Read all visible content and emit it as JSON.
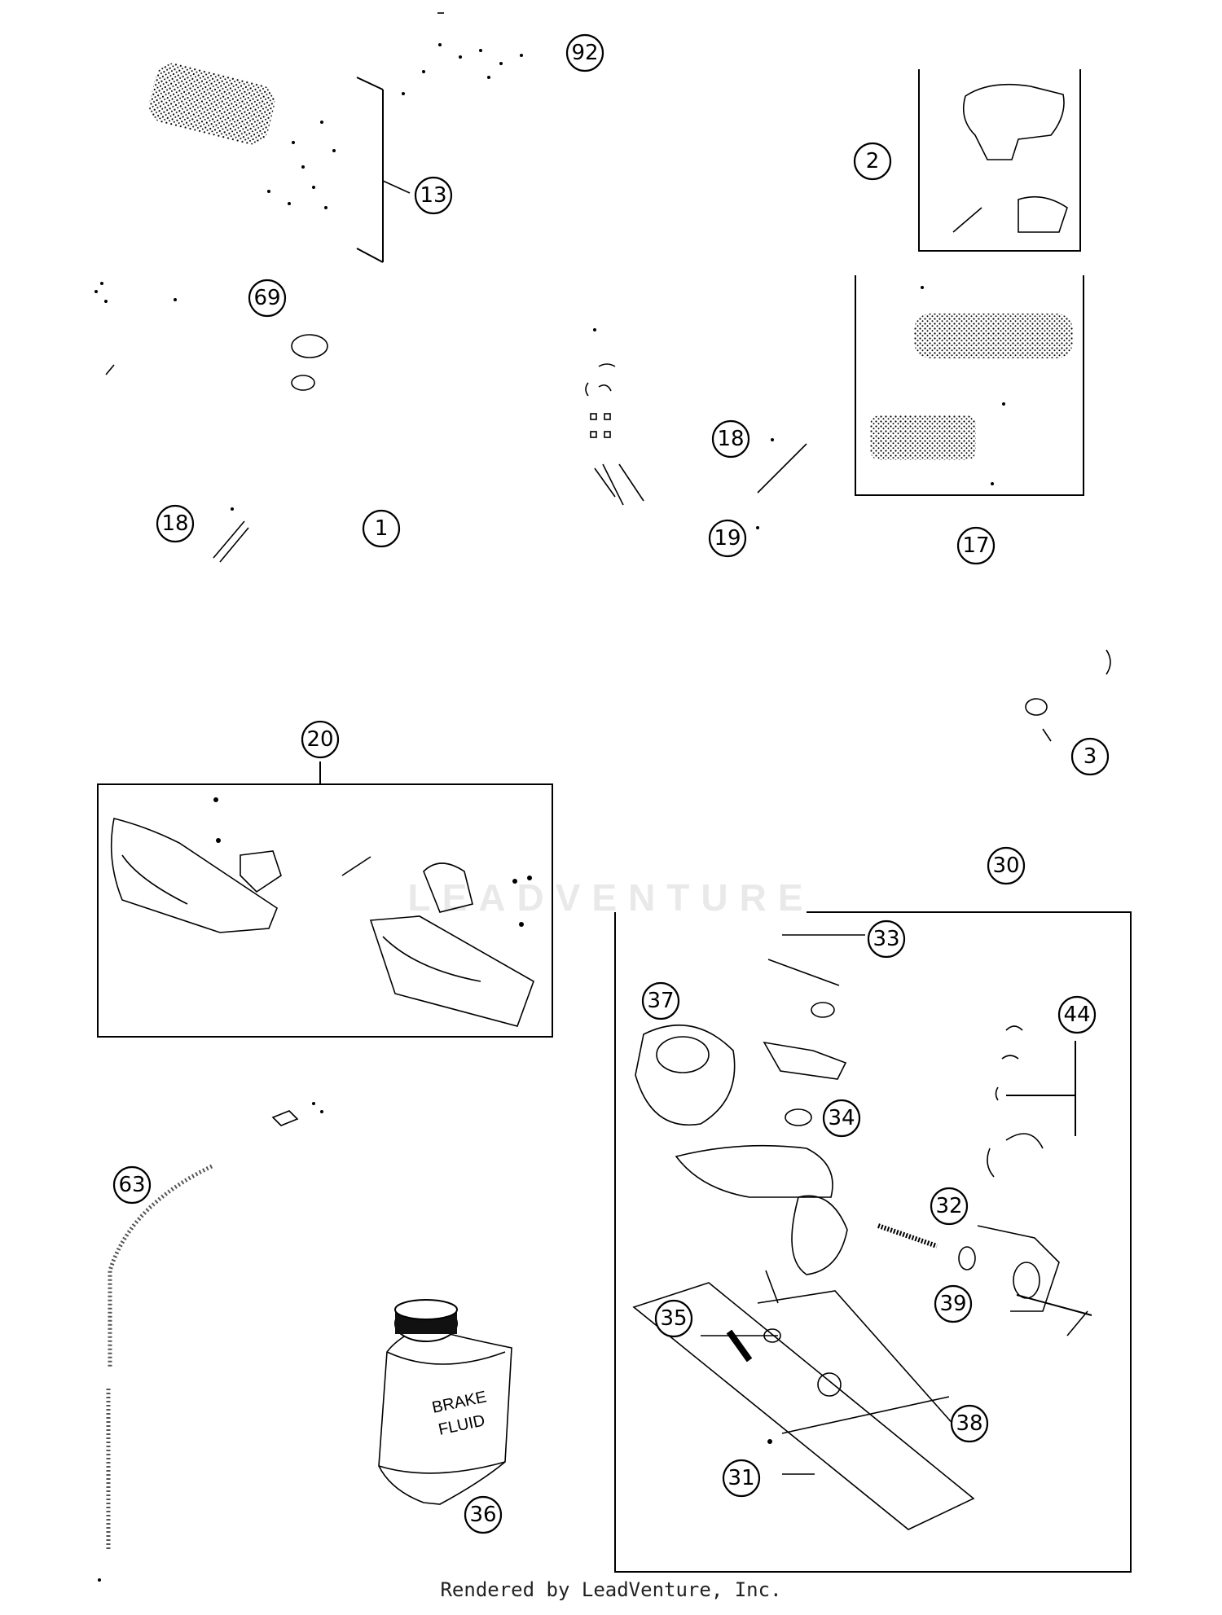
{
  "callouts": [
    "92",
    "13",
    "2",
    "69",
    "18",
    "1",
    "18",
    "19",
    "17",
    "20",
    "3",
    "30",
    "33",
    "37",
    "44",
    "34",
    "32",
    "63",
    "39",
    "35",
    "38",
    "31",
    "36"
  ],
  "bottle": {
    "line1": "BRAKE",
    "line2": "FLUID"
  },
  "footer": "Rendered by LeadVenture, Inc.",
  "watermark": "LEADVENTURE"
}
